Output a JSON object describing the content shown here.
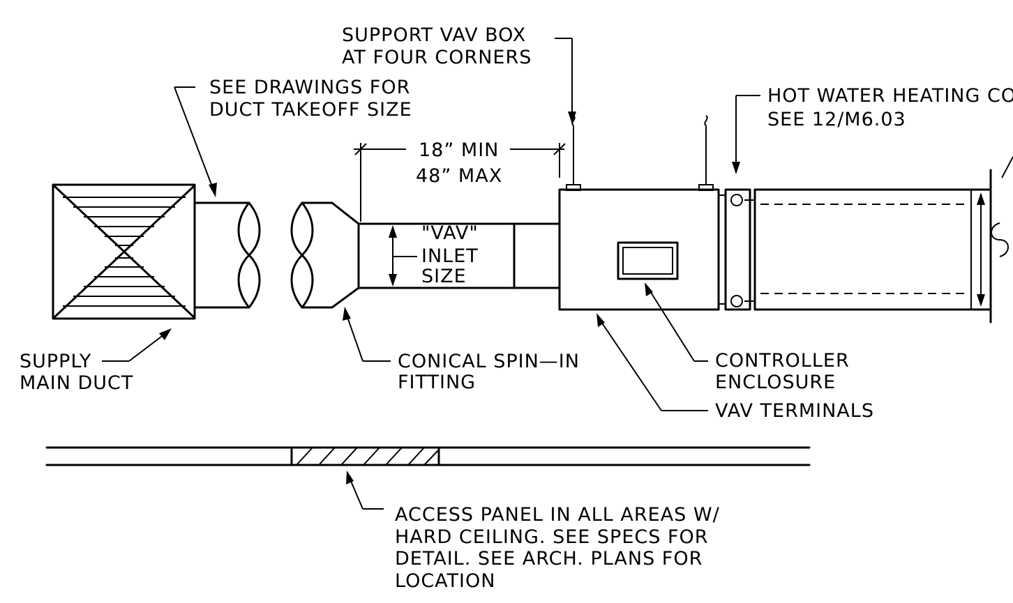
{
  "labels": {
    "support_vav": [
      "SUPPORT VAV BOX",
      "AT FOUR CORNERS"
    ],
    "see_drawings": [
      "SEE DRAWINGS FOR",
      "DUCT TAKEOFF SIZE"
    ],
    "hot_water": [
      "HOT WATER HEATING CO",
      "SEE 12/M6.03"
    ],
    "dim_min": "18” MIN",
    "dim_max": "48” MAX",
    "vav_inlet": [
      "\"VAV\"",
      "INLET",
      "SIZE"
    ],
    "supply_main": [
      "SUPPLY",
      "MAIN DUCT"
    ],
    "conical": [
      "CONICAL SPIN—IN",
      "FITTING"
    ],
    "controller": [
      "CONTROLLER",
      "ENCLOSURE"
    ],
    "vav_terminals": "VAV TERMINALS",
    "access_panel": [
      "ACCESS PANEL IN ALL AREAS W/",
      "HARD CEILING. SEE SPECS FOR",
      "DETAIL. SEE ARCH. PLANS FOR",
      "LOCATION"
    ]
  }
}
